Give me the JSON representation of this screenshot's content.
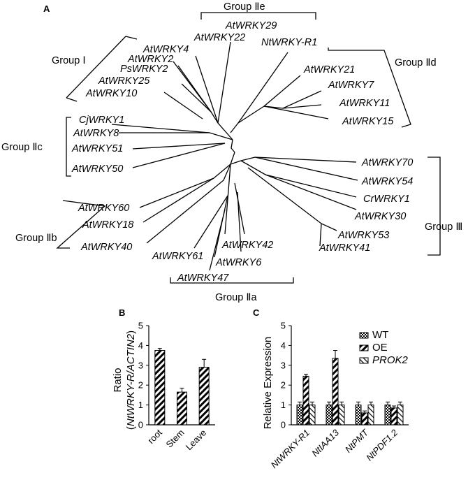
{
  "panels": {
    "a": "A",
    "b": "B",
    "c": "C"
  },
  "tree": {
    "genes": {
      "AtWRKY29": "AtWRKY29",
      "AtWRKY22": "AtWRKY22",
      "NtWRKY_R1": "NtWRKY-R1",
      "AtWRKY4": "AtWRKY4",
      "AtWRKY2": "AtWRKY2",
      "PsWRKY2": "PsWRKY2",
      "AtWRKY25": "AtWRKY25",
      "AtWRKY10": "AtWRKY10",
      "AtWRKY21": "AtWRKY21",
      "AtWRKY7": "AtWRKY7",
      "AtWRKY11": "AtWRKY11",
      "AtWRKY15": "AtWRKY15",
      "CjWRKY1": "CjWRKY1",
      "AtWRKY8": "AtWRKY8",
      "AtWRKY51": "AtWRKY51",
      "AtWRKY50": "AtWRKY50",
      "AtWRKY70": "AtWRKY70",
      "AtWRKY54": "AtWRKY54",
      "CrWRKY1": "CrWRKY1",
      "AtWRKY30": "AtWRKY30",
      "AtWRKY53": "AtWRKY53",
      "AtWRKY41": "AtWRKY41",
      "AtWRKY60": "AtWRKY60",
      "AtWRKY18": "AtWRKY18",
      "AtWRKY40": "AtWRKY40",
      "AtWRKY61": "AtWRKY61",
      "AtWRKY42": "AtWRKY42",
      "AtWRKY6": "AtWRKY6",
      "AtWRKY47": "AtWRKY47"
    },
    "groups": {
      "IIe": "Group Ⅱe",
      "I": "Group Ⅰ",
      "IId": "Group Ⅱd",
      "IIc": "Group Ⅱc",
      "III": "Group Ⅲ",
      "IIb": "Group Ⅱb",
      "IIa": "Group Ⅱa"
    }
  },
  "chart_data": [
    {
      "type": "bar",
      "panel": "B",
      "title": "",
      "ylabel_parts": [
        "Ratio",
        "(",
        "NtWRKY-R/ACTIN2",
        ")"
      ],
      "categories": [
        "root",
        "Stem",
        "Leave"
      ],
      "values": [
        3.75,
        1.65,
        2.9
      ],
      "errors": [
        0.1,
        0.2,
        0.4
      ],
      "ylim": [
        0,
        5
      ],
      "yticks": [
        "0",
        "1",
        "2",
        "3",
        "4",
        "5"
      ],
      "pattern": "diagonal-stripe",
      "grid": false
    },
    {
      "type": "bar",
      "panel": "C",
      "title": "",
      "ylabel": "Relative Expression",
      "categories": [
        "NtWRKY-R1",
        "NtIAA13",
        "NtPMT",
        "NtPDF1.2"
      ],
      "series": [
        {
          "name": "WT",
          "values": [
            1.0,
            1.0,
            1.0,
            1.0
          ],
          "errors": [
            0.15,
            0.15,
            0.15,
            0.15
          ],
          "pattern": "checker"
        },
        {
          "name": "OE",
          "values": [
            2.45,
            3.35,
            0.6,
            0.85
          ],
          "errors": [
            0.1,
            0.4,
            0.1,
            0.1
          ],
          "pattern": "diagonal-stripe"
        },
        {
          "name": "PROK2",
          "values": [
            1.0,
            1.0,
            1.0,
            1.0
          ],
          "errors": [
            0.15,
            0.15,
            0.15,
            0.15
          ],
          "pattern": "hatch"
        }
      ],
      "ylim": [
        0,
        5
      ],
      "yticks": [
        "0",
        "1",
        "2",
        "3",
        "4",
        "5"
      ],
      "legend": "top-right",
      "grid": false
    }
  ]
}
